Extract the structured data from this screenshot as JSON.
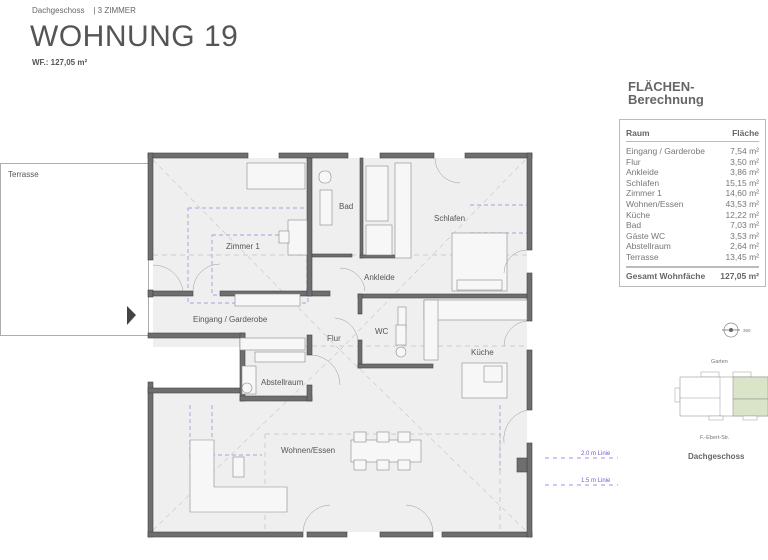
{
  "header": {
    "subtitle": "Dachgeschoss    | 3 ZIMMER",
    "title": "WOHNUNG 19",
    "wohnflaeche": "WF.: 127,05 m²"
  },
  "area_table": {
    "heading_line1": "FLÄCHEN-",
    "heading_line2": "Berechnung",
    "col_room": "Raum",
    "col_area": "Fläche",
    "rows": [
      {
        "room": "Eingang / Garderobe",
        "area": "7,54 m²"
      },
      {
        "room": "Flur",
        "area": "3,50 m²"
      },
      {
        "room": "Ankleide",
        "area": "3,86 m²"
      },
      {
        "room": "Schlafen",
        "area": "15,15 m²"
      },
      {
        "room": "Zimmer 1",
        "area": "14,60 m²"
      },
      {
        "room": "Wohnen/Essen",
        "area": "43,53 m²"
      },
      {
        "room": "Küche",
        "area": "12,22 m²"
      },
      {
        "room": "Bad",
        "area": "7,03 m²"
      },
      {
        "room": "Gäste WC",
        "area": "3,53 m²"
      },
      {
        "room": "Abstellraum",
        "area": "2,64 m²"
      },
      {
        "room": "Terrasse",
        "area": "13,45 m²"
      }
    ],
    "total_label": "Gesamt Wohnfäche",
    "total_value": "127,05 m²"
  },
  "plan": {
    "rooms": {
      "terrasse": "Terrasse",
      "zimmer1": "Zimmer 1",
      "bad": "Bad",
      "schlafen": "Schlafen",
      "ankleide": "Ankleide",
      "eingang": "Eingang / Garderobe",
      "flur": "Flur",
      "wc": "WC",
      "kueche": "Küche",
      "abstellraum": "Abstellraum",
      "wohnen": "Wohnen/Essen"
    },
    "legend_lines": {
      "line_2m": "2.0 m Linie",
      "line_15m": "1.5 m Linie"
    },
    "compass_label": "350"
  },
  "site_plan": {
    "garden_label": "Garten",
    "street_label": "F.-Ebert-Str.",
    "floor_label": "Dachgeschoss",
    "highlight_color": "#d9e4c8"
  }
}
